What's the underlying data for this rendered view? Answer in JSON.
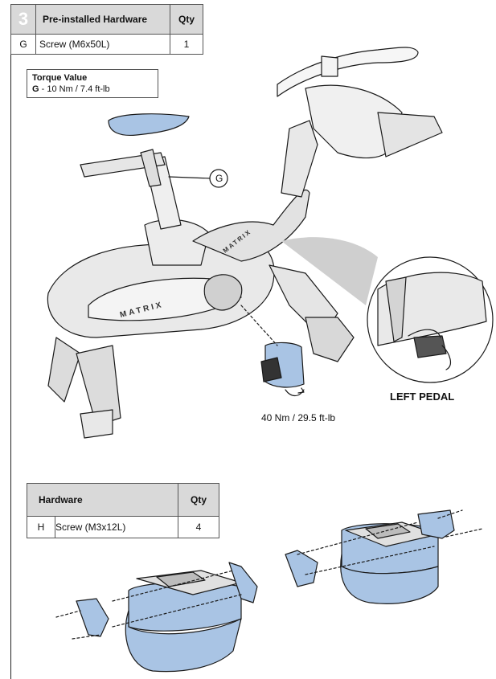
{
  "step": {
    "number": "3",
    "table": {
      "title": "Pre-installed Hardware",
      "qty_header": "Qty",
      "rows": [
        {
          "id": "G",
          "name": "Screw (M6x50L)",
          "qty": "1"
        }
      ]
    },
    "torque": {
      "title": "Torque Value",
      "id": "G",
      "value": "- 10 Nm / 7.4 ft-lb"
    },
    "callout_g": "G",
    "pedal_torque": "40 Nm / 29.5 ft-lb",
    "left_pedal_label": "LEFT PEDAL",
    "brand_text": "MATRIX"
  },
  "hardware": {
    "title": "Hardware",
    "qty_header": "Qty",
    "rows": [
      {
        "id": "H",
        "name": "Screw (M3x12L)",
        "qty": "4"
      }
    ]
  },
  "colors": {
    "part_blue": "#a9c4e4",
    "header_gray": "#d9d9d9",
    "line": "#1a1a1a"
  }
}
